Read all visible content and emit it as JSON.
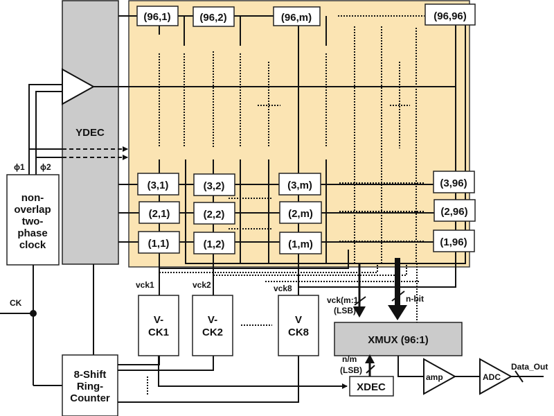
{
  "colors": {
    "array_bg": "#fbe4b3",
    "array_border": "#3a3a3a",
    "decoder_bg": "#cbcbcb",
    "xmux_bg": "#cbcbcb",
    "line": "#111111",
    "box_bg": "#ffffff"
  },
  "pixel_array": {
    "top_row": [
      "(96,1)",
      "(96,2)",
      "(96,m)",
      "(96,96)"
    ],
    "row3": [
      "(3,1)",
      "(3,2)",
      "(3,m)",
      "(3,96)"
    ],
    "row2": [
      "(2,1)",
      "(2,2)",
      "(2,m)",
      "(2,96)"
    ],
    "row1": [
      "(1,1)",
      "(1,2)",
      "(1,m)",
      "(1,96)"
    ]
  },
  "blocks": {
    "ydec": "YDEC",
    "clock": [
      "non-",
      "overlap",
      "two-",
      "phase",
      "clock"
    ],
    "ring_counter": [
      "8-Shift",
      "Ring-",
      "Counter"
    ],
    "vck1": [
      "V-",
      "CK1"
    ],
    "vck2": [
      "V-",
      "CK2"
    ],
    "vck8": [
      "V",
      "CK8"
    ],
    "xmux": "XMUX  (96:1)",
    "xdec": "XDEC",
    "amp": "amp",
    "adc": "ADC"
  },
  "labels": {
    "phi1": "ϕ1",
    "phi2": "ϕ2",
    "ck": "CK",
    "vck1": "vck1",
    "vck2": "vck2",
    "vck8": "vck8",
    "vck_bus": "vck(m:1)",
    "vck_bus_lsb": "(LSB)",
    "nbit": "n-bit",
    "nm": "n/m",
    "nm_lsb": "(LSB)",
    "data_out": "Data_Out"
  }
}
